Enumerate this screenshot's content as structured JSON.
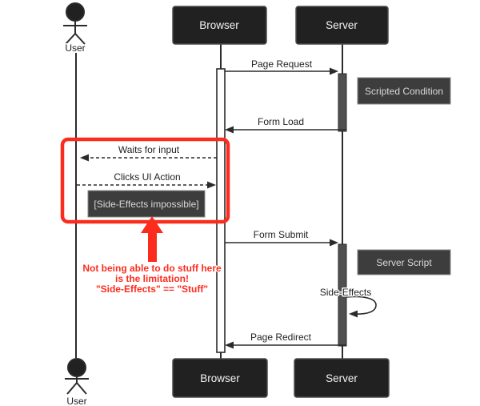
{
  "colors": {
    "bg": "#ffffff",
    "line": "#2b2b2b",
    "label_text": "#1f1f1f",
    "box_fill": "#212121",
    "box_border": "#4d4d4d",
    "box_text": "#f2f2f2",
    "note_fill": "#3d3d3d",
    "note_border": "#8a8a8a",
    "note_text": "#d9d9d9",
    "activation_fill": "#4f4f4f",
    "annotation_red": "#fb2c1e"
  },
  "diagram": {
    "type": "uml-sequence",
    "actors": [
      {
        "id": "user",
        "label": "User",
        "kind": "actor"
      },
      {
        "id": "browser",
        "label": "Browser",
        "kind": "participant"
      },
      {
        "id": "server",
        "label": "Server",
        "kind": "participant"
      }
    ],
    "messages": [
      {
        "from": "browser",
        "to": "server",
        "label": "Page Request",
        "style": "solid"
      },
      {
        "from": "server",
        "to": "browser",
        "label": "Form Load",
        "style": "solid"
      },
      {
        "from": "browser",
        "to": "user",
        "label": "Waits for input",
        "style": "dashed"
      },
      {
        "from": "user",
        "to": "browser",
        "label": "Clicks UI Action",
        "style": "dashed"
      },
      {
        "from": "browser",
        "to": "server",
        "label": "Form Submit",
        "style": "solid"
      },
      {
        "from": "server",
        "to": "server",
        "label": "Side-Effects",
        "style": "self-loop"
      },
      {
        "from": "server",
        "to": "browser",
        "label": "Page Redirect",
        "style": "solid"
      }
    ],
    "notes": [
      {
        "attached_to": "server",
        "label": "Scripted Condition"
      },
      {
        "attached_to": "user-browser",
        "label": "[Side-Effects impossible]"
      },
      {
        "attached_to": "server",
        "label": "Server Script"
      }
    ],
    "annotation": {
      "shape": "red rounded rectangle with upward arrow",
      "lines": [
        "Not being able to do stuff here",
        "is the limitation!",
        "\"Side-Effects\" == \"Stuff\""
      ]
    }
  }
}
